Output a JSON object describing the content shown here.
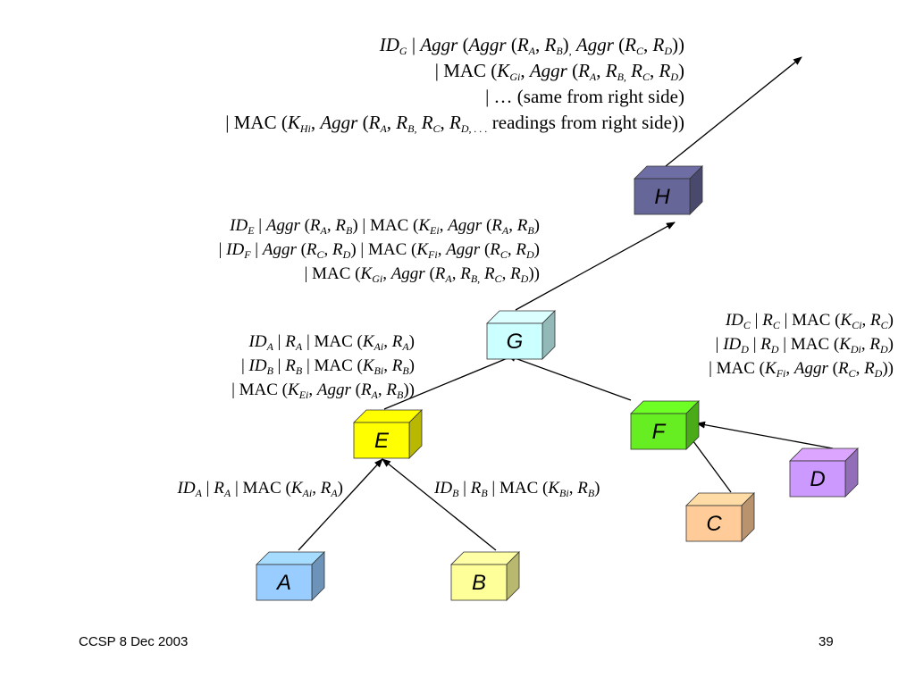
{
  "nodes": {
    "A": {
      "label": "A",
      "color": "#99ccff"
    },
    "B": {
      "label": "B",
      "color": "#ffff99"
    },
    "C": {
      "label": "C",
      "color": "#ffcc99"
    },
    "D": {
      "label": "D",
      "color": "#cc99ff"
    },
    "E": {
      "label": "E",
      "color": "#ffff00"
    },
    "F": {
      "label": "F",
      "color": "#66ee22"
    },
    "G": {
      "label": "G",
      "color": "#ccffff"
    },
    "H": {
      "label": "H",
      "color": "#666699"
    }
  },
  "messages": {
    "a_to_e": [
      [
        "ID",
        "A"
      ],
      [
        " | "
      ],
      [
        "R",
        "A"
      ],
      [
        " | MAC ("
      ],
      [
        "K",
        "Ai"
      ],
      [
        ", "
      ],
      [
        "R",
        "A"
      ],
      [
        ")"
      ]
    ],
    "b_to_e": [
      [
        "ID",
        "B"
      ],
      [
        " | "
      ],
      [
        "R",
        "B"
      ],
      [
        " | MAC ("
      ],
      [
        "K",
        "Bi"
      ],
      [
        ", "
      ],
      [
        "R",
        "B"
      ],
      [
        ")"
      ]
    ],
    "e_to_g": [
      [
        [
          "ID",
          "A"
        ],
        [
          " | "
        ],
        [
          "R",
          "A"
        ],
        [
          " | MAC ("
        ],
        [
          "K",
          "Ai"
        ],
        [
          ", "
        ],
        [
          "R",
          "A"
        ],
        [
          ")"
        ]
      ],
      [
        [
          " | "
        ],
        [
          "ID",
          "B"
        ],
        [
          " | "
        ],
        [
          "R",
          "B"
        ],
        [
          " | MAC ("
        ],
        [
          "K",
          "Bi"
        ],
        [
          ", "
        ],
        [
          "R",
          "B"
        ],
        [
          ")"
        ]
      ],
      [
        [
          " | MAC ("
        ],
        [
          "K",
          "Ei"
        ],
        [
          ", "
        ],
        [
          "Aggr"
        ],
        [
          " ("
        ],
        [
          "R",
          "A"
        ],
        [
          ", "
        ],
        [
          "R",
          "B"
        ],
        [
          "))"
        ]
      ]
    ],
    "f_to_g": [
      [
        [
          "ID",
          "C"
        ],
        [
          " | "
        ],
        [
          "R",
          "C"
        ],
        [
          " | MAC ("
        ],
        [
          "K",
          "Ci"
        ],
        [
          ", "
        ],
        [
          "R",
          "C"
        ],
        [
          ")"
        ]
      ],
      [
        [
          " | "
        ],
        [
          "ID",
          "D"
        ],
        [
          " | "
        ],
        [
          "R",
          "D"
        ],
        [
          " | MAC ("
        ],
        [
          "K",
          "Di"
        ],
        [
          ", "
        ],
        [
          "R",
          "D"
        ],
        [
          ")"
        ]
      ],
      [
        [
          " | MAC ("
        ],
        [
          "K",
          "Fi"
        ],
        [
          ", "
        ],
        [
          "Aggr"
        ],
        [
          " ("
        ],
        [
          "R",
          "C"
        ],
        [
          ", "
        ],
        [
          "R",
          "D"
        ],
        [
          "))"
        ]
      ]
    ],
    "g_to_h": [
      [
        [
          "ID",
          "E"
        ],
        [
          " | "
        ],
        [
          "Aggr"
        ],
        [
          " ("
        ],
        [
          "R",
          "A"
        ],
        [
          ", "
        ],
        [
          "R",
          "B"
        ],
        [
          ") | MAC ("
        ],
        [
          "K",
          "Ei"
        ],
        [
          ", "
        ],
        [
          "Aggr"
        ],
        [
          " ("
        ],
        [
          "R",
          "A"
        ],
        [
          ", "
        ],
        [
          "R",
          "B"
        ],
        [
          ")"
        ]
      ],
      [
        [
          " | "
        ],
        [
          "ID",
          "F"
        ],
        [
          " | "
        ],
        [
          "Aggr"
        ],
        [
          " ("
        ],
        [
          "R",
          "C"
        ],
        [
          ", "
        ],
        [
          "R",
          "D"
        ],
        [
          ") | MAC ("
        ],
        [
          "K",
          "Fi"
        ],
        [
          ", "
        ],
        [
          "Aggr"
        ],
        [
          " ("
        ],
        [
          "R",
          "C"
        ],
        [
          ", "
        ],
        [
          "R",
          "D"
        ],
        [
          ")"
        ]
      ],
      [
        [
          " | MAC ("
        ],
        [
          "K",
          "Gi"
        ],
        [
          ", "
        ],
        [
          "Aggr"
        ],
        [
          " ("
        ],
        [
          "R",
          "A"
        ],
        [
          ", "
        ],
        [
          "R",
          "B,"
        ],
        [
          " "
        ],
        [
          "R",
          "C"
        ],
        [
          ", "
        ],
        [
          "R",
          "D"
        ],
        [
          "))"
        ]
      ]
    ],
    "h_out": [
      [
        [
          "ID",
          "G"
        ],
        [
          " | "
        ],
        [
          "Aggr"
        ],
        [
          " ("
        ],
        [
          "Aggr"
        ],
        [
          " ("
        ],
        [
          "R",
          "A"
        ],
        [
          ", "
        ],
        [
          "R",
          "B"
        ],
        [
          ")"
        ],
        [
          "",
          ","
        ],
        [
          " "
        ],
        [
          "Aggr"
        ],
        [
          " ("
        ],
        [
          "R",
          "C"
        ],
        [
          ", "
        ],
        [
          "R",
          "D"
        ],
        [
          "))"
        ]
      ],
      [
        [
          " | MAC ("
        ],
        [
          "K",
          "Gi"
        ],
        [
          ", "
        ],
        [
          "Aggr"
        ],
        [
          " ("
        ],
        [
          "R",
          "A"
        ],
        [
          ", "
        ],
        [
          "R",
          "B,"
        ],
        [
          " "
        ],
        [
          "R",
          "C"
        ],
        [
          ", "
        ],
        [
          "R",
          "D"
        ],
        [
          ")"
        ]
      ],
      [
        [
          " | … (same from right side)"
        ]
      ],
      [
        [
          " | MAC ("
        ],
        [
          "K",
          "Hi"
        ],
        [
          ", "
        ],
        [
          "Aggr"
        ],
        [
          " ("
        ],
        [
          "R",
          "A"
        ],
        [
          ", "
        ],
        [
          "R",
          "B,"
        ],
        [
          " "
        ],
        [
          "R",
          "C"
        ],
        [
          ", "
        ],
        [
          "R",
          "D, . . ."
        ],
        [
          " readings from right side))"
        ]
      ]
    ]
  },
  "footer": {
    "left": "CCSP 8 Dec 2003",
    "right": "39"
  }
}
